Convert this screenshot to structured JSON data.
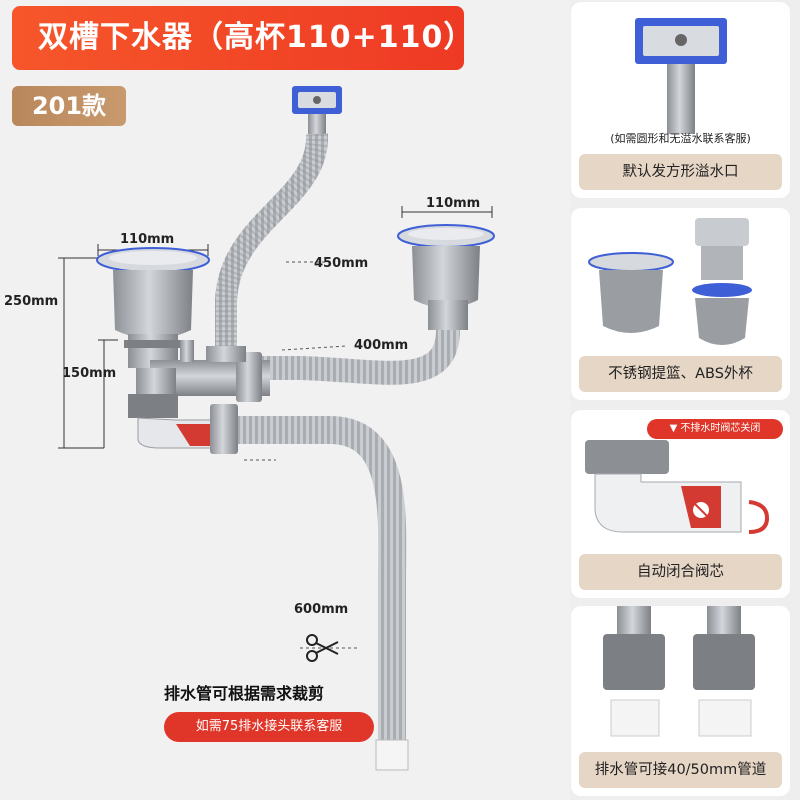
{
  "title": "双槽下水器（高杯110+110）",
  "model": "201款",
  "dimensions": {
    "left_basket_width": "110mm",
    "right_basket_width": "110mm",
    "height_total": "250mm",
    "height_lower": "150mm",
    "overflow_hose": "450mm",
    "connecting_hose": "400mm",
    "drain_hose": "600mm"
  },
  "notes": {
    "cut_note": "排水管可根据需求裁剪",
    "service_badge": "如需75排水接头联系客服"
  },
  "icons": {
    "scissors": "scissors-icon",
    "valve_arrow": "red-turn-arrow-icon"
  },
  "colors": {
    "title_red": "#ee3a24",
    "badge_tan": "#c99a6e",
    "caption_beige": "#e6d6c6",
    "accent_blue": "#3f5fd6"
  },
  "cards": [
    {
      "caption": "默认发方形溢水口",
      "note": "(如需圆形和无溢水联系客服)"
    },
    {
      "caption": "不锈钢提篮、ABS外杯"
    },
    {
      "caption": "自动闭合阀芯",
      "tag": "▼ 不排水时阀芯关闭"
    },
    {
      "caption": "排水管可接40/50mm管道"
    }
  ]
}
